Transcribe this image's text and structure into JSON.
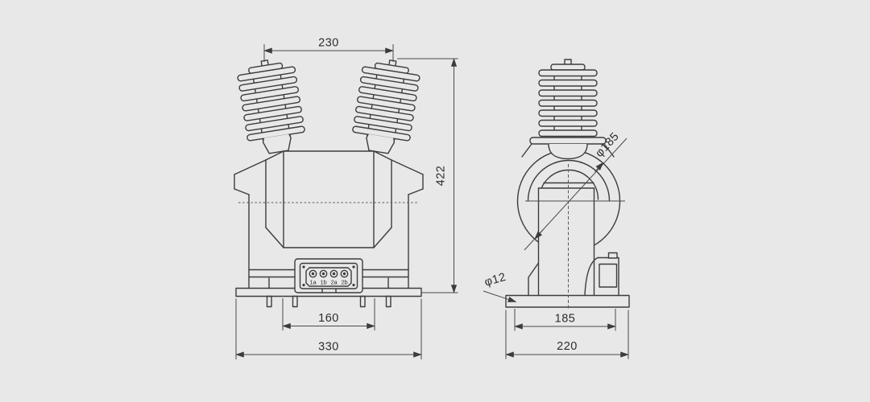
{
  "colors": {
    "background": "#e8e8e8",
    "line": "#3c3c3c",
    "dimension_line": "#4a4a4a",
    "text": "#2e2e2e"
  },
  "front_view": {
    "dim_top_width": "230",
    "dim_height": "422",
    "dim_mount_spacing": "160",
    "dim_base_width": "330",
    "terminal_labels": [
      "1a",
      "1b",
      "2a",
      "2b"
    ]
  },
  "side_view": {
    "dim_body_diameter": "φ185",
    "dim_hole_diameter": "φ12",
    "dim_mount_spacing": "185",
    "dim_base_width": "220"
  }
}
